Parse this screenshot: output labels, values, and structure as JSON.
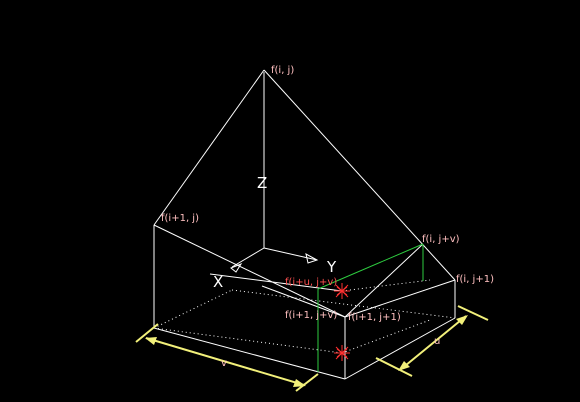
{
  "colors": {
    "background": "#000000",
    "line": "#ffffff",
    "label": "#ffc0c0",
    "highlight_label": "#ff5050",
    "green_line": "#2ecc40",
    "dimension_arrow": "#f2f07a",
    "marker": "#ff3030"
  },
  "labels": {
    "f_i_j": "f(i, j)",
    "f_i1_j": "f(i+1, j)",
    "f_i_jv": "f(i, j+v)",
    "f_i_j1": "f(i, j+1)",
    "f_iu_jv": "f(i+u, j+v)",
    "f_i1_jv": "f(i+1, j+v)",
    "f_i1_j1": "f(i+1, j+1)"
  },
  "axes": {
    "x": "X",
    "y": "Y",
    "z": "Z"
  },
  "dimensions": {
    "u": "u",
    "v": "v"
  }
}
